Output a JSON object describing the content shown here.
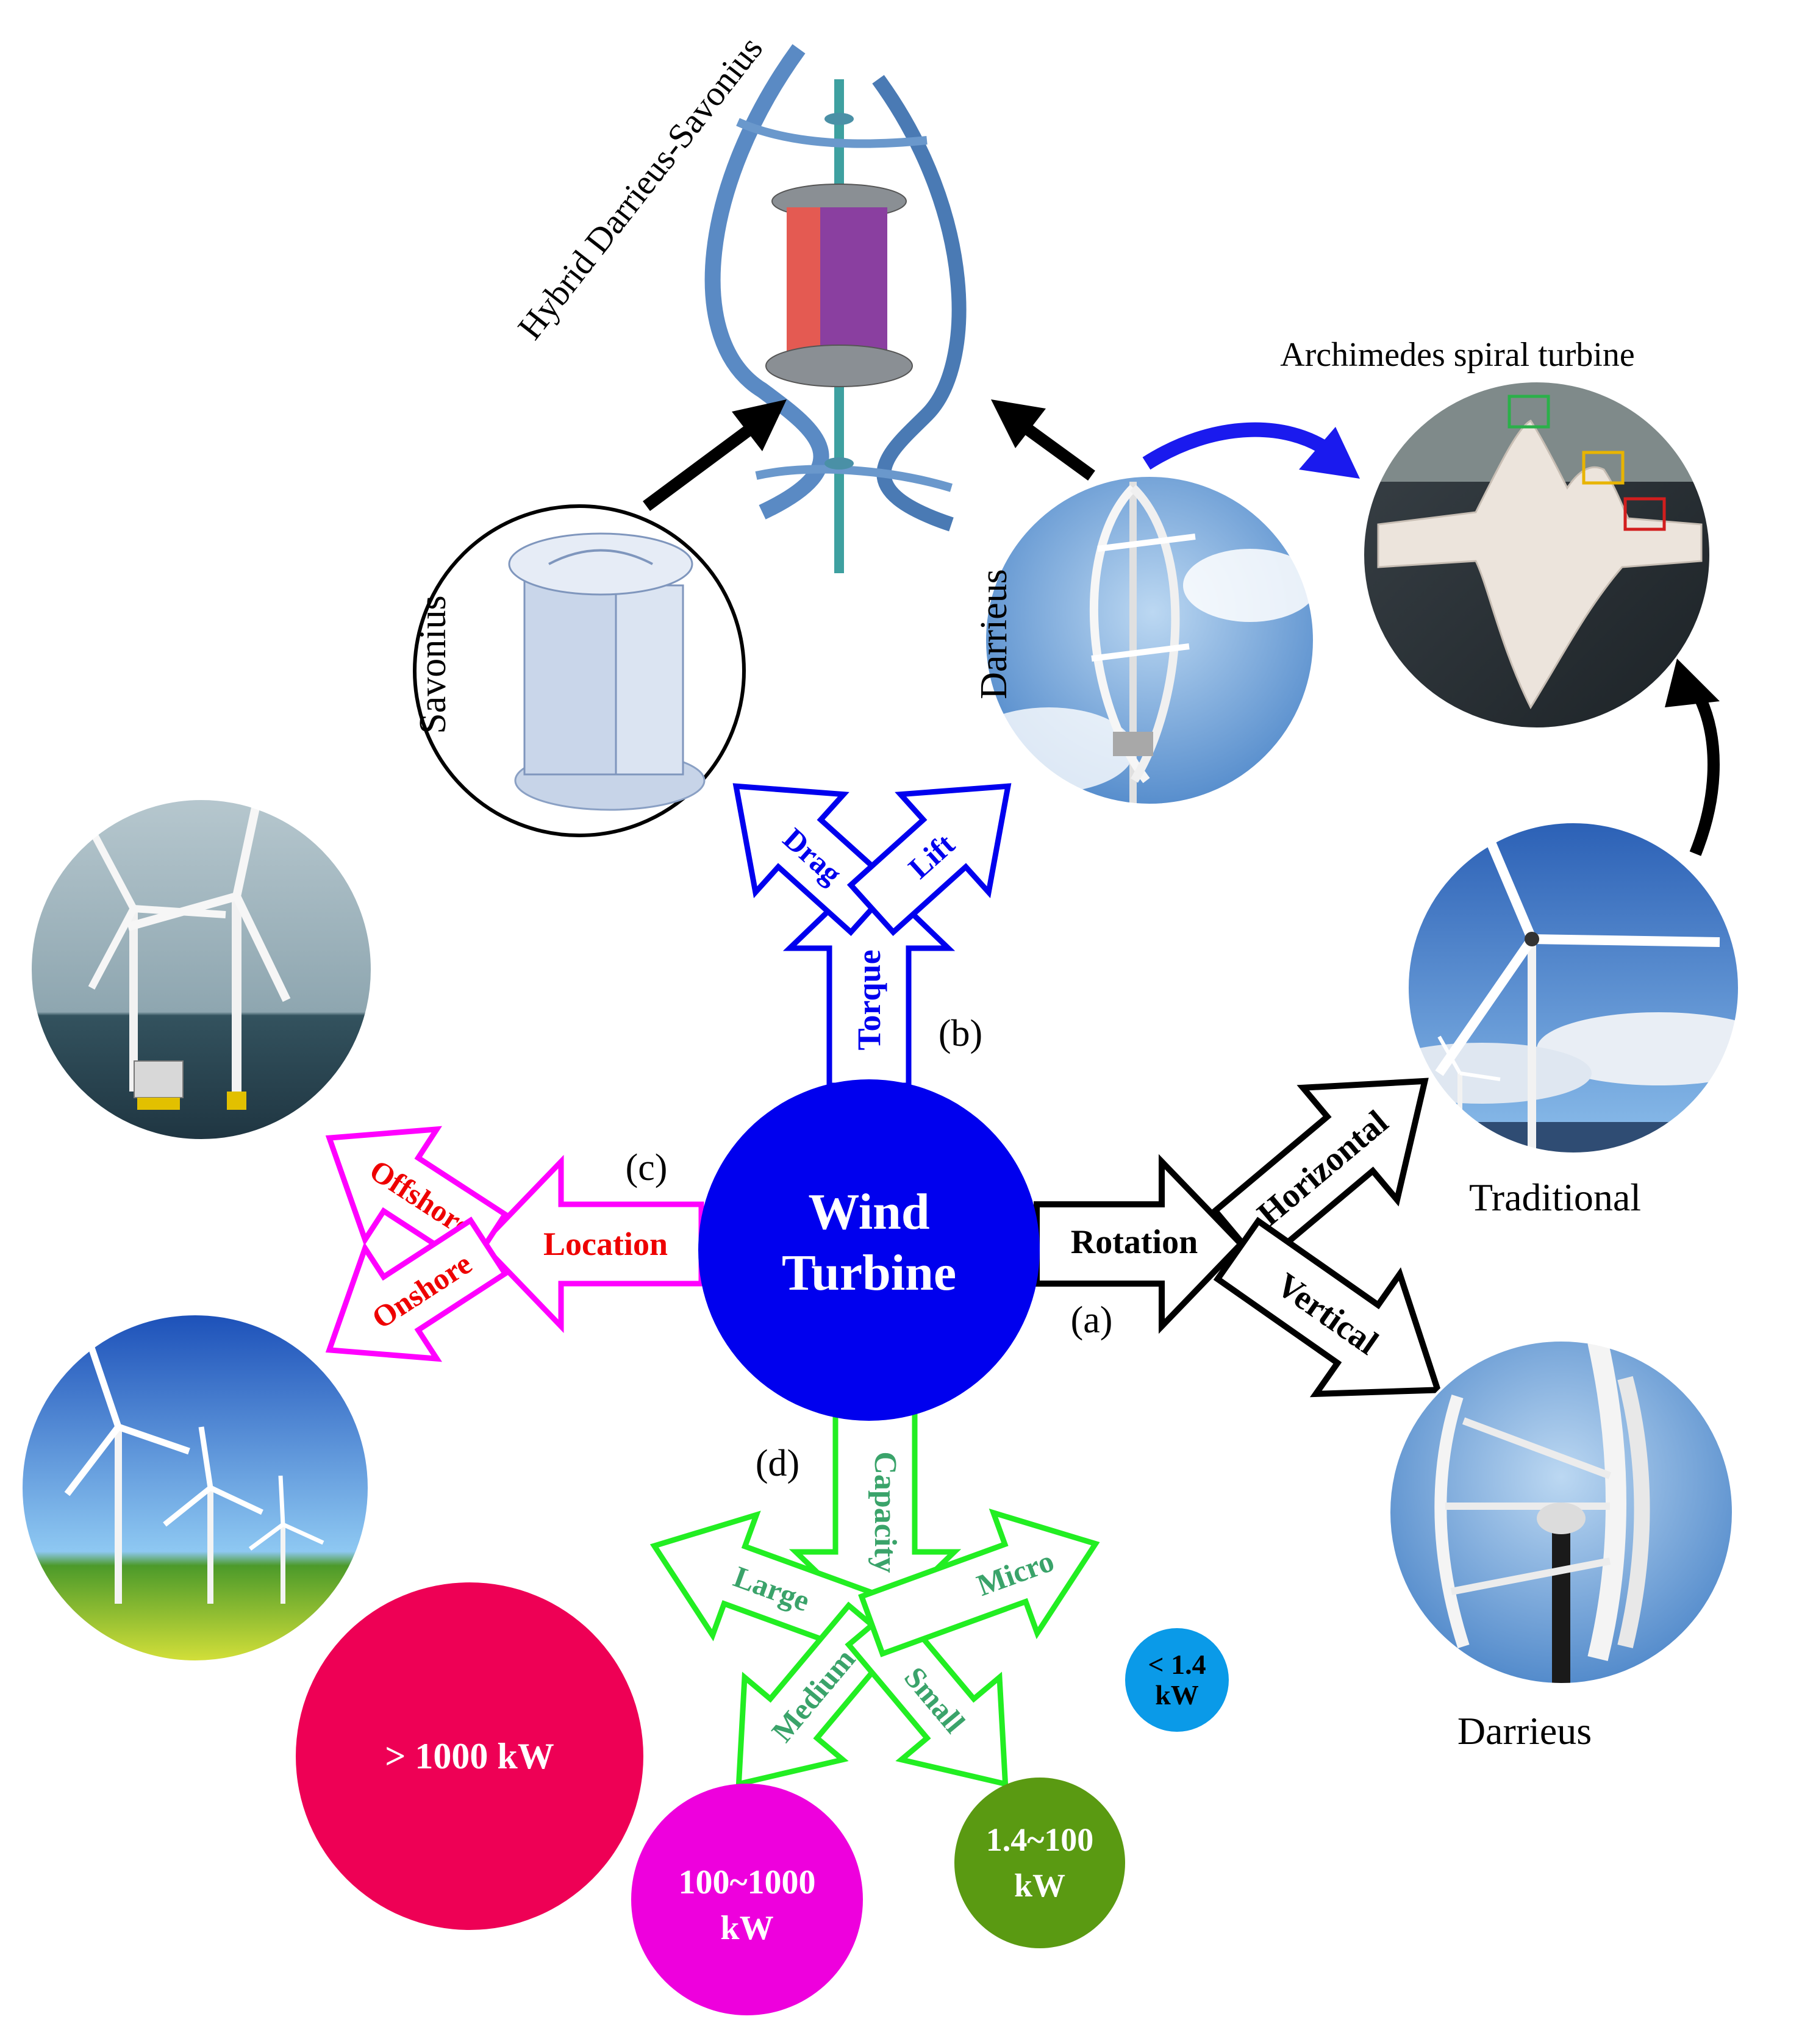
{
  "center": {
    "title_line1": "Wind",
    "title_line2": "Turbine"
  },
  "branch_labels": {
    "a": "(a)",
    "b": "(b)",
    "c": "(c)",
    "d": "(d)"
  },
  "rotation": {
    "arrow": "Rotation",
    "horizontal": "Horizontal",
    "vertical": "Vertical",
    "traditional_caption": "Traditional",
    "darrieus_caption": "Darrieus"
  },
  "torque": {
    "arrow": "Torque",
    "drag": "Drag",
    "lift": "Lift",
    "savonius_caption": "Savonius",
    "darrieus_caption": "Darrieus",
    "hybrid_caption": "Hybrid Darrieus-Savonius",
    "archimedes_caption": "Archimedes spiral turbine"
  },
  "location": {
    "arrow": "Location",
    "offshore": "Offshore",
    "onshore": "Onshore"
  },
  "capacity": {
    "arrow": "Capacity",
    "large": "Large",
    "medium": "Medium",
    "small": "Small",
    "micro": "Micro",
    "large_value": "> 1000 kW",
    "medium_value_line1": "100~1000",
    "medium_value_line2": "kW",
    "small_value_line1": "1.4~100",
    "small_value_line2": "kW",
    "micro_value_line1": "< 1.4",
    "micro_value_line2": "kW"
  },
  "colors": {
    "center": "#0000ee",
    "rotation": "#000000",
    "torque": "#0000ee",
    "location_outline": "#ff00ff",
    "location_text": "#ee0000",
    "capacity_outline": "#22ee22",
    "capacity_text": "#3aa36a",
    "archimedes_arrow": "#1a1aee",
    "large_circle": "#ee0055",
    "medium_circle": "#ee00dd",
    "small_circle": "#5a9a12",
    "micro_circle": "#0a9ae8"
  }
}
